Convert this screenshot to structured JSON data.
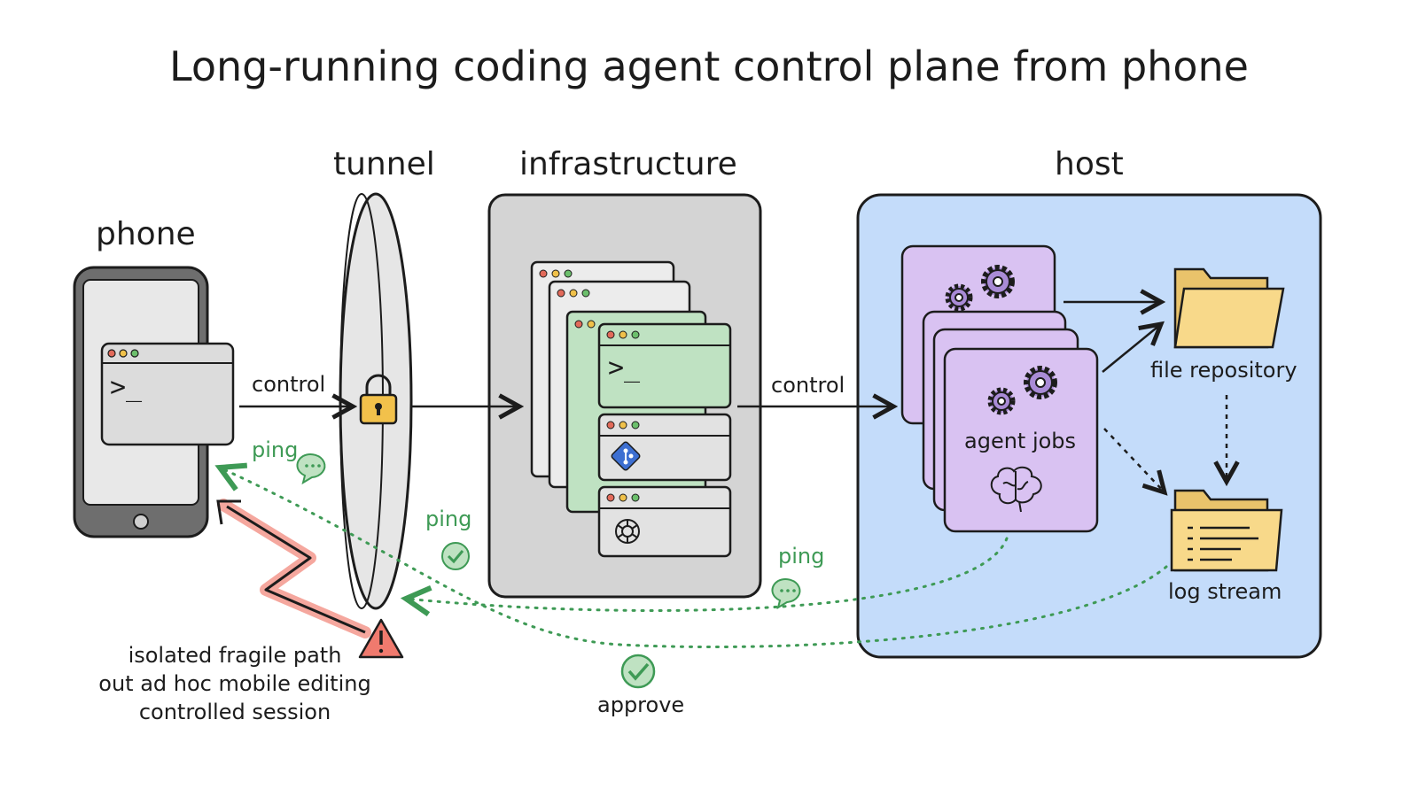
{
  "title": "Long-running coding agent control plane from phone",
  "phone": {
    "heading": "phone",
    "terminal_prompt": ">_"
  },
  "tunnel": {
    "heading": "tunnel"
  },
  "infrastructure": {
    "heading": "infrastructure",
    "terminal_prompt": ">_"
  },
  "host": {
    "heading": "host",
    "agent_jobs_label": "agent jobs",
    "file_repository_label": "file repository",
    "log_stream_label": "log stream"
  },
  "edges": {
    "control_left": "control",
    "control_right": "control",
    "ping_phone": "ping",
    "ping_tunnel": "ping",
    "ping_host": "ping",
    "approve": "approve"
  },
  "warning": {
    "line1": "isolated fragile path",
    "line2": "out ad hoc mobile editing",
    "line3": "controlled session"
  },
  "colors": {
    "phone_frame": "#6e6e6e",
    "infra_panel": "#d4d4d4",
    "host_panel": "#c4dcfa",
    "agent_card": "#d9c2f2",
    "terminal_green": "#bfe2c2",
    "folder": "#f8d98a",
    "ping_green": "#3e9a55",
    "warning_red": "#f07a6e",
    "lock_yellow": "#f2c14b"
  }
}
